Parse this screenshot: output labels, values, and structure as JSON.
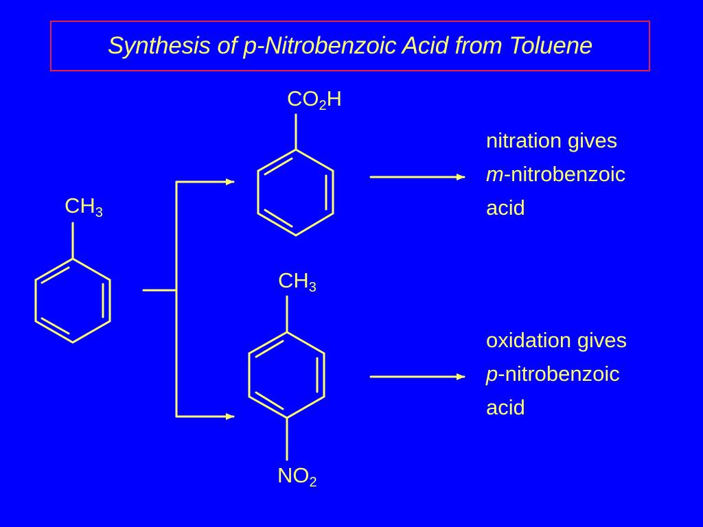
{
  "title": "Synthesis of p-Nitrobenzoic Acid from Toluene",
  "molecules": {
    "toluene": {
      "label": "CH",
      "label_sub": "3"
    },
    "benzoic_acid": {
      "label_main": "CO",
      "label_sub": "2",
      "label_tail": "H"
    },
    "nitrotoluene": {
      "top_label": "CH",
      "top_sub": "3",
      "bottom_label": "NO",
      "bottom_sub": "2"
    }
  },
  "notes": {
    "upper": {
      "line1": "nitration gives",
      "prefix": "m",
      "line2_rest": "-nitrobenzoic",
      "line3": "acid"
    },
    "lower": {
      "line1": "oxidation gives",
      "prefix": "p",
      "line2_rest": "-nitrobenzoic",
      "line3": "acid"
    }
  },
  "colors": {
    "background": "#0000ff",
    "foreground": "#ffff66",
    "title_border": "#e8213a"
  }
}
